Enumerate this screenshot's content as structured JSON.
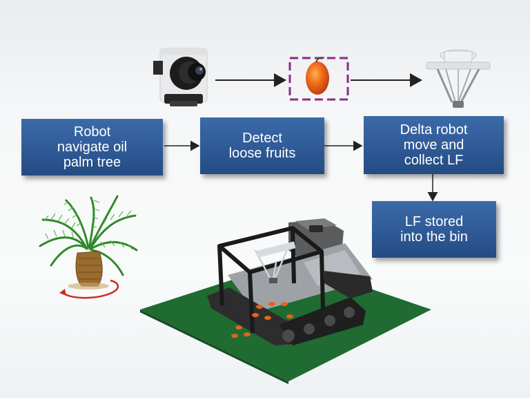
{
  "steps": {
    "navigate": "Robot\nnavigate oil\npalm tree",
    "detect": "Detect\nloose fruits",
    "collect": "Delta robot\nmove and\ncollect LF",
    "store": "LF stored\ninto the bin"
  },
  "icons": [
    "camera-icon",
    "fruit-icon",
    "delta-robot-icon",
    "palm-tree-icon",
    "robot-platform-icon"
  ],
  "colors": {
    "box_blue": "#2f5a96",
    "fruit_orange": "#e8631a",
    "highlight_magenta": "#8b2a8a",
    "ground_green": "#1f6b32",
    "rotation_red": "#cc2b1d"
  }
}
